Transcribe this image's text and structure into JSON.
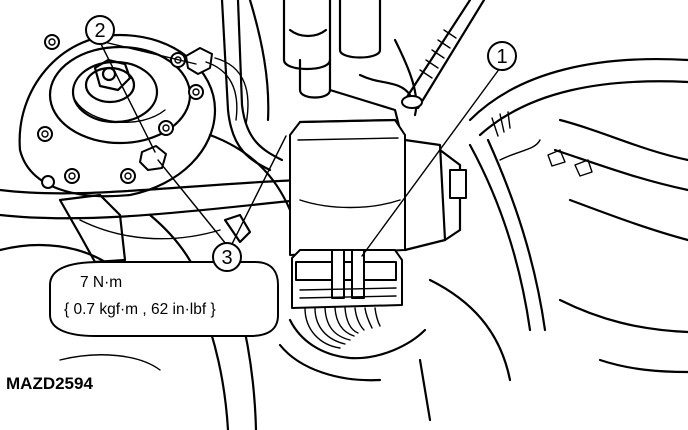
{
  "callouts": [
    "1",
    "2",
    "3"
  ],
  "torque": {
    "line1": "7 N·m",
    "line2": "{ 0.7 kgf·m , 62 in·lbf }"
  },
  "figure_code": "MAZD2594"
}
